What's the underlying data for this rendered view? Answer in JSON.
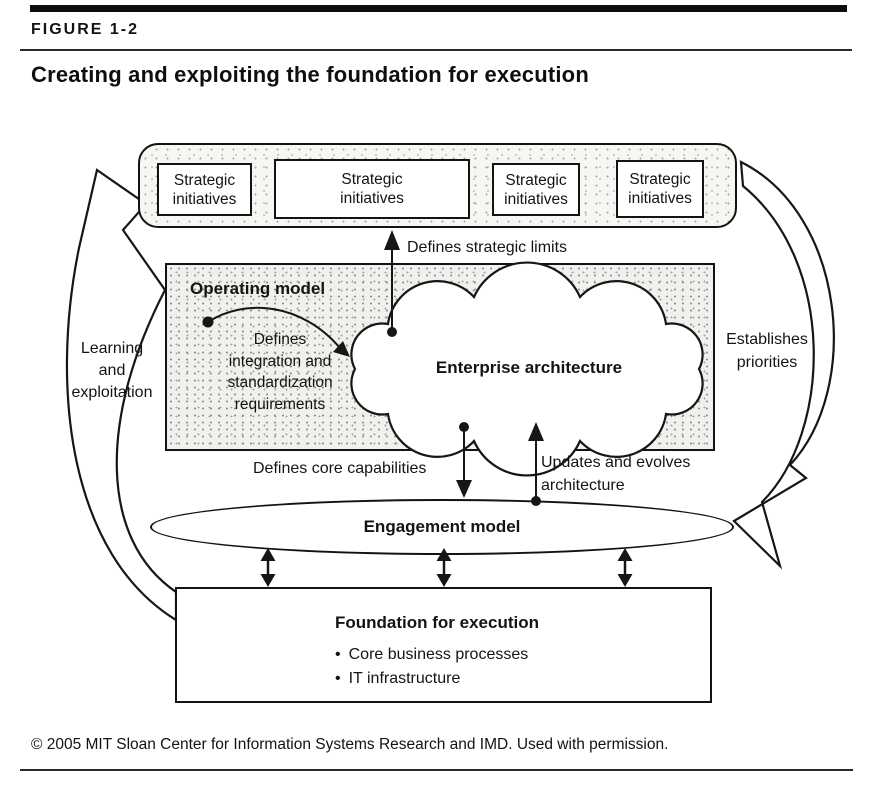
{
  "page": {
    "figure_label": "FIGURE 1-2",
    "title": "Creating and exploiting the foundation for execution",
    "credit": "© 2005 MIT Sloan Center for Information Systems Research and IMD. Used with permission."
  },
  "diagram": {
    "strategic_initiatives": [
      "Strategic\ninitiatives",
      "Strategic\ninitiatives",
      "Strategic\ninitiatives",
      "Strategic\ninitiatives"
    ],
    "operating_model_title": "Operating model",
    "operating_model_note": "Defines\nintegration and\nstandardization\nrequirements",
    "enterprise_architecture": "Enterprise architecture",
    "engagement_model": "Engagement model",
    "foundation_title": "Foundation for execution",
    "bullet_char": "•",
    "foundation_bullets": [
      "Core business processes",
      "IT infrastructure"
    ],
    "arrow_labels": {
      "defines_strategic_limits": "Defines strategic limits",
      "defines_core_capabilities": "Defines core capabilities",
      "updates_and_evolves": "Updates and evolves\narchitecture",
      "learning_and_exploitation": "Learning\nand\nexploitation",
      "establishes_priorities": "Establishes\npriorities"
    },
    "colors": {
      "ink": "#161616",
      "stipple_bg": "#f0f0ec"
    }
  }
}
